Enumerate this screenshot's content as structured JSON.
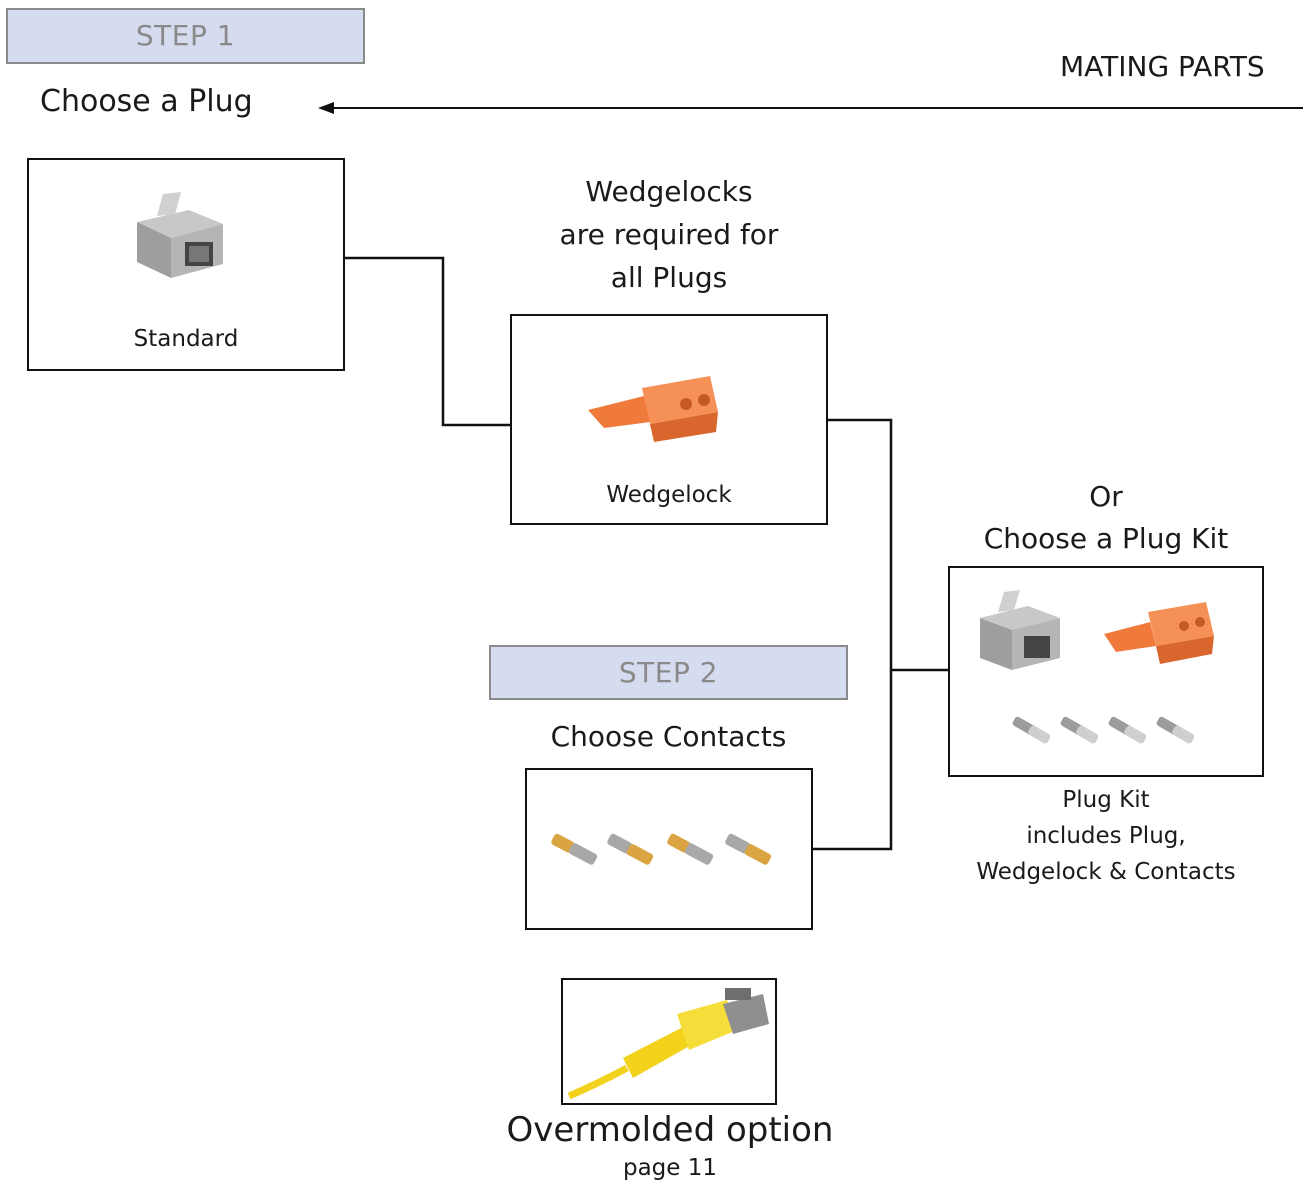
{
  "step1": {
    "label": "STEP 1",
    "heading": "Choose a Plug"
  },
  "mating_parts": "MATING PARTS",
  "standard": {
    "label": "Standard",
    "icon": "gray-plug-icon"
  },
  "wedgelock_note": [
    "Wedgelocks",
    "are required for",
    "all Plugs"
  ],
  "wedgelock": {
    "label": "Wedgelock",
    "icon": "orange-wedgelock-icon"
  },
  "plug_kit": {
    "or": "Or",
    "heading": "Choose a Plug Kit",
    "caption": [
      "Plug Kit",
      "includes Plug,",
      "Wedgelock & Contacts"
    ],
    "icon": "plug-kit-icon"
  },
  "step2": {
    "label": "STEP 2",
    "heading": "Choose Contacts",
    "icon": "contacts-icon"
  },
  "overmolded": {
    "title": "Overmolded option",
    "page": "page 11",
    "icon": "overmolded-cable-icon"
  },
  "colors": {
    "step_bg": "#d6dcef",
    "wedgelock": "#f07a3c",
    "plug": "#a9a9a9",
    "cable": "#f2d21b",
    "gold": "#d9a441"
  }
}
